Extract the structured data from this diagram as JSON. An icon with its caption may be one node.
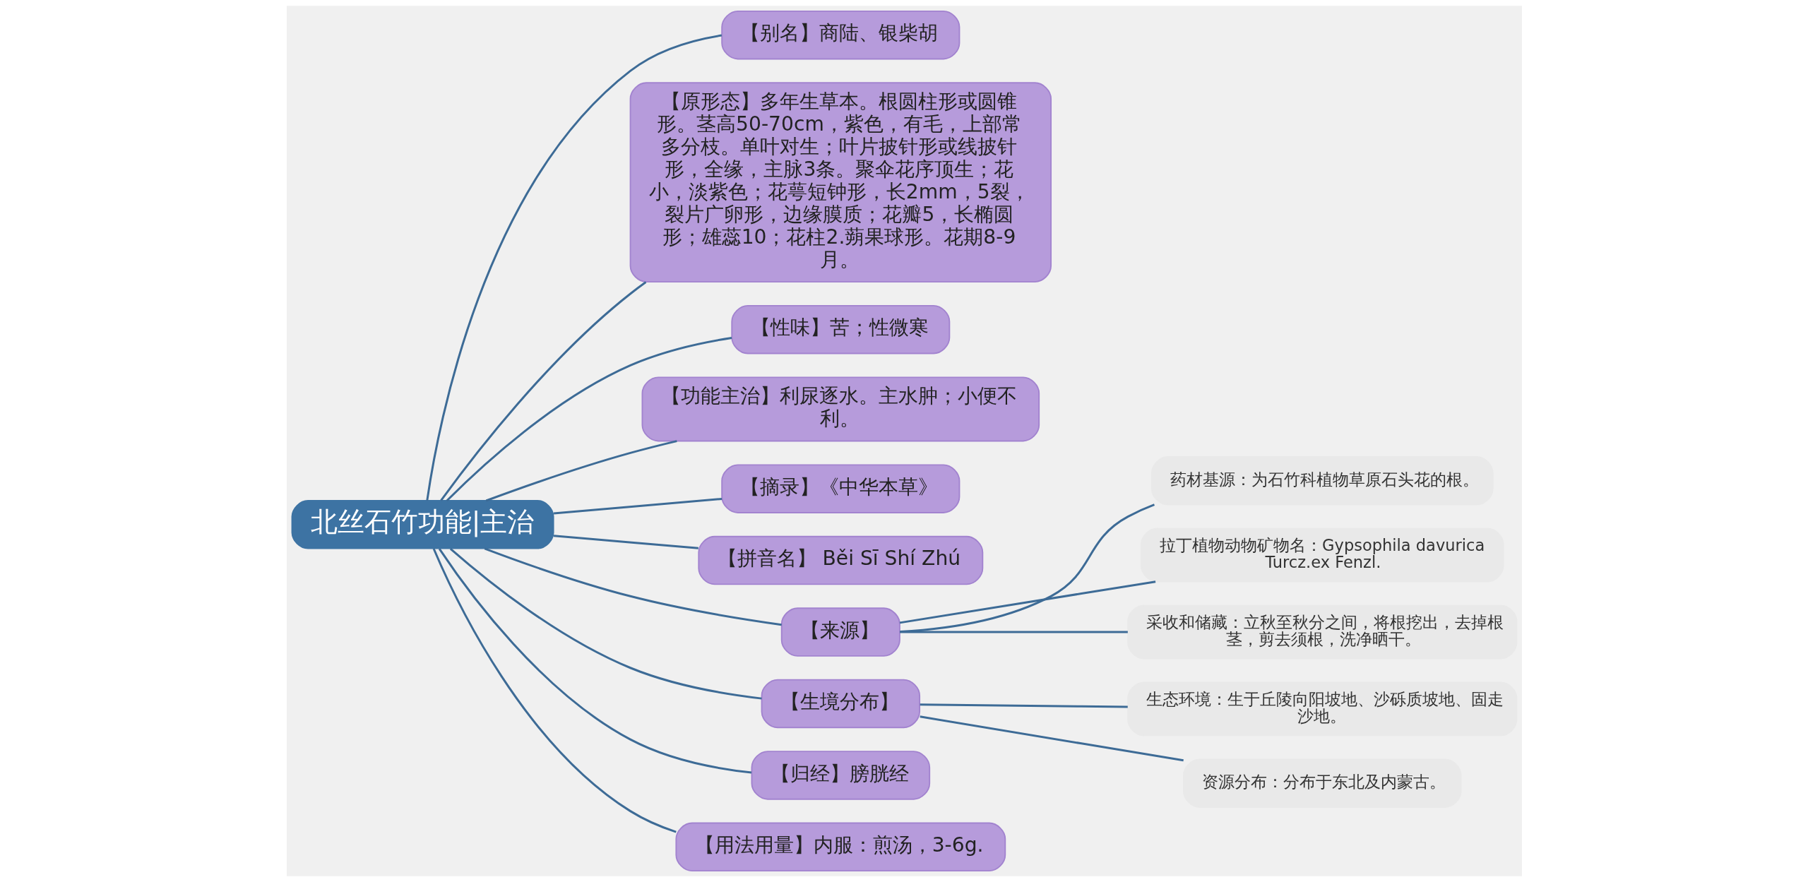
{
  "diagram": {
    "nodes": [
      {
        "text": [
          "北丝石竹功能|主治"
        ]
      },
      {
        "text": [
          "【别名】商陆、银柴胡"
        ]
      },
      {
        "text": [
          "【原形态】多年生草本。根圆柱形或圆锥形。茎高50-70cm，紫色，有毛，上部常多分枝。单叶对生；叶片披针形或线披针形，全缘，主脉3条。聚伞花序顶生；花小，淡紫色；花萼短钟形，长2mm，5裂，裂片广卵形，边缘膜质；花瓣5，长椭圆形；雄蕊10；花柱2.蒴果球形。花期8-9月。"
        ]
      },
      {
        "text": [
          "【性味】苦；性微寒"
        ]
      },
      {
        "text": [
          "【功能主治】利尿逐水。主水肿；小便不利。"
        ]
      },
      {
        "text": [
          "【摘录】《中华本草》"
        ]
      },
      {
        "text": [
          "【拼音名】 Běi Sī Shí Zhú"
        ]
      },
      {
        "text": [
          "【来源】"
        ]
      },
      {
        "text": [
          "药材基源：为石竹科植物草原石头花的根。"
        ]
      },
      {
        "text": [
          "拉丁植物动物矿物名：Gypsophila davurica Turcz.ex Fenzl."
        ]
      },
      {
        "text": [
          "采收和储藏：立秋至秋分之间，将根挖出，去掉根茎，剪去须根，洗净晒干。"
        ]
      },
      {
        "text": [
          "【生境分布】"
        ]
      },
      {
        "text": [
          "生态环境：生于丘陵向阳坡地、沙砾质坡地、固走沙地。"
        ]
      },
      {
        "text": [
          "资源分布：分布于东北及内蒙古。"
        ]
      },
      {
        "text": [
          "【归经】膀胱经"
        ]
      },
      {
        "text": [
          "【用法用量】内服：煎汤，3-6g."
        ]
      }
    ],
    "edges": [
      {
        "from": 0,
        "to": 1,
        "arrow": "none"
      },
      {
        "from": 0,
        "to": 2,
        "arrow": "none"
      },
      {
        "from": 0,
        "to": 3,
        "arrow": "none"
      },
      {
        "from": 0,
        "to": 4,
        "arrow": "none"
      },
      {
        "from": 0,
        "to": 5,
        "arrow": "none"
      },
      {
        "from": 0,
        "to": 6,
        "arrow": "none"
      },
      {
        "from": 0,
        "to": 7,
        "arrow": "none"
      },
      {
        "from": 7,
        "to": 8,
        "arrow": "none"
      },
      {
        "from": 7,
        "to": 9,
        "arrow": "none"
      },
      {
        "from": 7,
        "to": 10,
        "arrow": "none"
      },
      {
        "from": 0,
        "to": 11,
        "arrow": "none"
      },
      {
        "from": 11,
        "to": 12,
        "arrow": "none"
      },
      {
        "from": 11,
        "to": 13,
        "arrow": "none"
      },
      {
        "from": 0,
        "to": 14,
        "arrow": "none"
      },
      {
        "from": 0,
        "to": 15,
        "arrow": "none"
      }
    ]
  }
}
